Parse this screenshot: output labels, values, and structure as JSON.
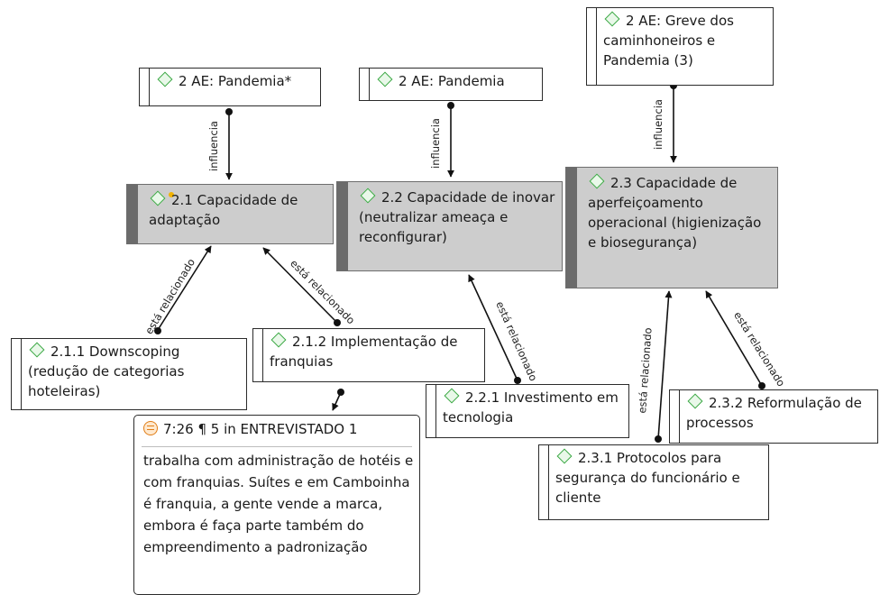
{
  "colors": {
    "code_icon": "#3aa843",
    "category_fill": "#cdcdcd",
    "category_bar": "#6b6b6b",
    "quote_icon": "#e07d16"
  },
  "icons": {
    "code": "diamond-code-icon",
    "quotation": "quotation-icon"
  },
  "codes": {
    "ae_pandemia_star": "2 AE: Pandemia*",
    "ae_pandemia": "2 AE: Pandemia",
    "ae_greve": "2 AE: Greve dos caminhoneiros e Pandemia (3)",
    "c21": "2.1 Capacidade de adaptação",
    "c22": "2.2 Capacidade de inovar (neutralizar ameaça e reconfigurar)",
    "c23": "2.3 Capacidade de aperfeiçoamento operacional (higienização e biosegurança)",
    "c211": "2.1.1 Downscoping (redução de categorias hoteleiras)",
    "c212": "2.1.2 Implementação de franquias",
    "c221": "2.2.1 Investimento em tecnologia",
    "c231": "2.3.1 Protocolos para segurança do funcionário e cliente",
    "c232": "2.3.2 Reformulação de processos"
  },
  "relations": {
    "influencia": "influencia",
    "relacionado": "está relacionado"
  },
  "quotation": {
    "header": "7:26 ¶ 5 in ENTREVISTADO 1",
    "text": "trabalha com administração de hotéis e com franquias. Suítes e em Camboinha é franquia, a gente vende a marca, embora é faça parte também do empreendimento a padronização"
  }
}
